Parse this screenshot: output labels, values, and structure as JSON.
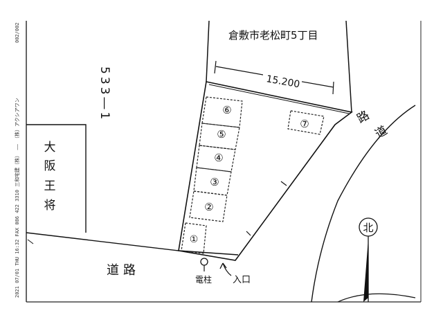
{
  "fax_header": {
    "line": "2021 07/01 THU 16:32  FAX 086 422 3310 三和宅建（株）  ――  （株）アクシアワン",
    "page": "002/002"
  },
  "map": {
    "district_label": "倉敷市老松町5丁目",
    "dimension_label": "15.200",
    "lot_number": "533―1",
    "building_label": "大阪王将",
    "road_right": "道路",
    "road_bottom": "道路",
    "utility_pole": "電柱",
    "entrance": "入口",
    "north": "北",
    "spaces": [
      "①",
      "②",
      "③",
      "④",
      "⑤",
      "⑥",
      "⑦"
    ]
  }
}
